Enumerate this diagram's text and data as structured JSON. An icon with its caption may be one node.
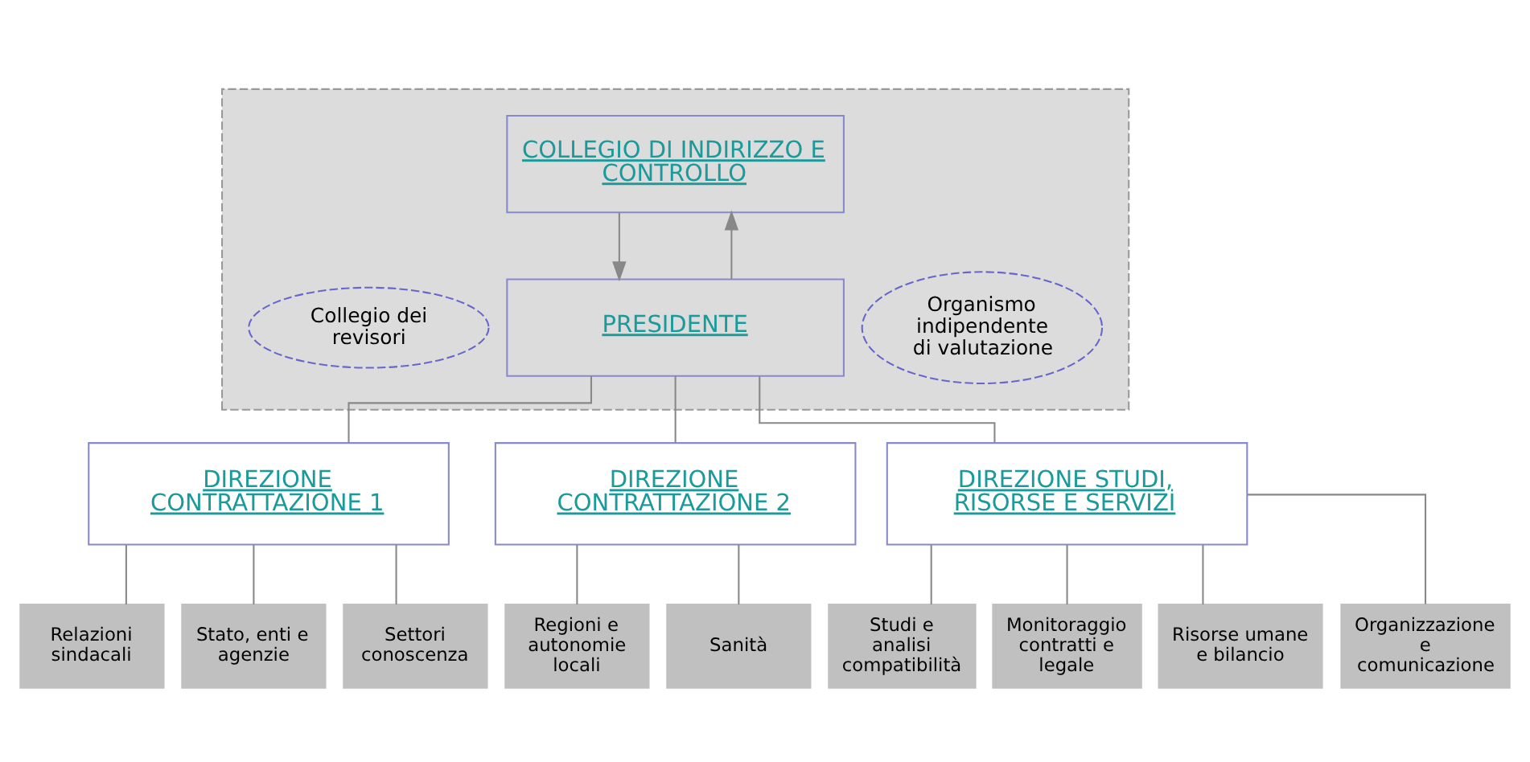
{
  "diagram": {
    "nodes": [
      {
        "text": [],
        "shape": "box"
      },
      {
        "text": [
          "COLLEGIO DI INDIRIZZO E CONTROLLO"
        ],
        "in": 0
      },
      {
        "text": [
          "Collegio dei revisori"
        ],
        "in": 0
      },
      {
        "text": [
          "Organismo indipendente di valutazione"
        ],
        "in": 0
      },
      {
        "text": [
          "PRESIDENTE"
        ],
        "in": 0
      },
      {
        "text": [
          "DIREZIONE CONTRATTAZIONE 1"
        ]
      },
      {
        "text": [
          "DIREZIONE CONTRATTAZIONE 2"
        ]
      },
      {
        "text": [
          "DIREZIONE STUDI, RISORSE E SERVIZI"
        ]
      },
      {
        "text": [
          "Relazioni sindacali"
        ]
      },
      {
        "text": [
          "Stato, enti e agenzie"
        ]
      },
      {
        "text": [
          "Settori conoscenza"
        ]
      },
      {
        "text": [
          "Regioni e autonomie locali"
        ]
      },
      {
        "text": [
          "Sanità"
        ]
      },
      {
        "text": [
          "Studi e analisi compatibilità"
        ]
      },
      {
        "text": [
          "Monitoraggio contratti e legale"
        ]
      },
      {
        "text": [
          "Risorse umane e bilancio"
        ]
      },
      {
        "text": [
          "Organizzazione e comunicazione"
        ]
      }
    ],
    "edges": [
      {
        "from": 1,
        "to": 4,
        "arrow": "to"
      },
      {
        "from": 4,
        "to": 1,
        "arrow": "to"
      },
      {
        "from": 4,
        "to": 5,
        "arrow": "none"
      },
      {
        "from": 4,
        "to": 6,
        "arrow": "none"
      },
      {
        "from": 4,
        "to": 7,
        "arrow": "none"
      },
      {
        "from": 5,
        "to": 8,
        "arrow": "none"
      },
      {
        "from": 5,
        "to": 9,
        "arrow": "none"
      },
      {
        "from": 5,
        "to": 10,
        "arrow": "none"
      },
      {
        "from": 6,
        "to": 11,
        "arrow": "none"
      },
      {
        "from": 6,
        "to": 12,
        "arrow": "none"
      },
      {
        "from": 7,
        "to": 13,
        "arrow": "none"
      },
      {
        "from": 7,
        "to": 14,
        "arrow": "none"
      },
      {
        "from": 7,
        "to": 15,
        "arrow": "none"
      },
      {
        "from": 7,
        "to": 16,
        "arrow": "none"
      }
    ]
  }
}
